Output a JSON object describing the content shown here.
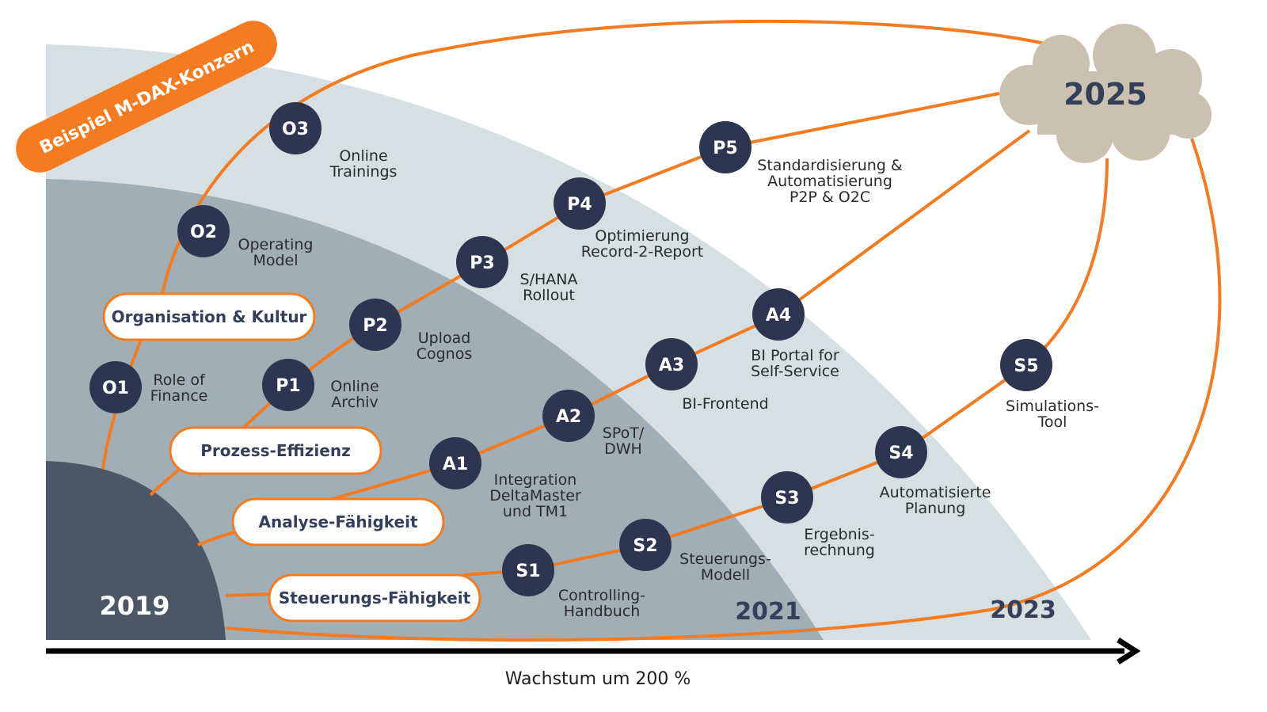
{
  "badge": "Beispiel M-DAX-Konzern",
  "years": {
    "start": "2019",
    "mid": "2021",
    "late": "2023",
    "target": "2025"
  },
  "axis_label": "Wachstum um 200 %",
  "pillars": [
    {
      "id": "organisation",
      "label": "Organisation & Kultur"
    },
    {
      "id": "prozess",
      "label": "Prozess-Effizienz"
    },
    {
      "id": "analyse",
      "label": "Analyse-Fähigkeit"
    },
    {
      "id": "steuerung",
      "label": "Steuerungs-Fähigkeit"
    }
  ],
  "milestones": [
    {
      "code": "O1",
      "lines": [
        "Role of",
        "Finance"
      ]
    },
    {
      "code": "O2",
      "lines": [
        "Operating",
        "Model"
      ]
    },
    {
      "code": "O3",
      "lines": [
        "Online",
        "Trainings"
      ]
    },
    {
      "code": "P1",
      "lines": [
        "Online",
        "Archiv"
      ]
    },
    {
      "code": "P2",
      "lines": [
        "Upload",
        "Cognos"
      ]
    },
    {
      "code": "P3",
      "lines": [
        "S/HANA",
        "Rollout"
      ]
    },
    {
      "code": "P4",
      "lines": [
        "Optimierung",
        "Record-2-Report"
      ]
    },
    {
      "code": "P5",
      "lines": [
        "Standardisierung &",
        "Automatisierung",
        "P2P & O2C"
      ]
    },
    {
      "code": "A1",
      "lines": [
        "Integration",
        "DeltaMaster",
        "und TM1"
      ]
    },
    {
      "code": "A2",
      "lines": [
        "SPoT/",
        "DWH"
      ]
    },
    {
      "code": "A3",
      "lines": [
        "BI-Frontend"
      ]
    },
    {
      "code": "A4",
      "lines": [
        "BI Portal for",
        "Self-Service"
      ]
    },
    {
      "code": "S1",
      "lines": [
        "Controlling-",
        "Handbuch"
      ]
    },
    {
      "code": "S2",
      "lines": [
        "Steuerungs-",
        "Modell"
      ]
    },
    {
      "code": "S3",
      "lines": [
        "Ergebnis-",
        "rechnung"
      ]
    },
    {
      "code": "S4",
      "lines": [
        "Automatisierte",
        "Planung"
      ]
    },
    {
      "code": "S5",
      "lines": [
        "Simulations-",
        "Tool"
      ]
    }
  ],
  "colors": {
    "orange": "#f47b20",
    "navy": "#2d3650",
    "arc_light": "#d6dfe2",
    "arc_mid": "#a0aeb5",
    "arc_dark": "#4b5666",
    "cloud": "#cbc1b0",
    "pill_text": "#34405a"
  }
}
